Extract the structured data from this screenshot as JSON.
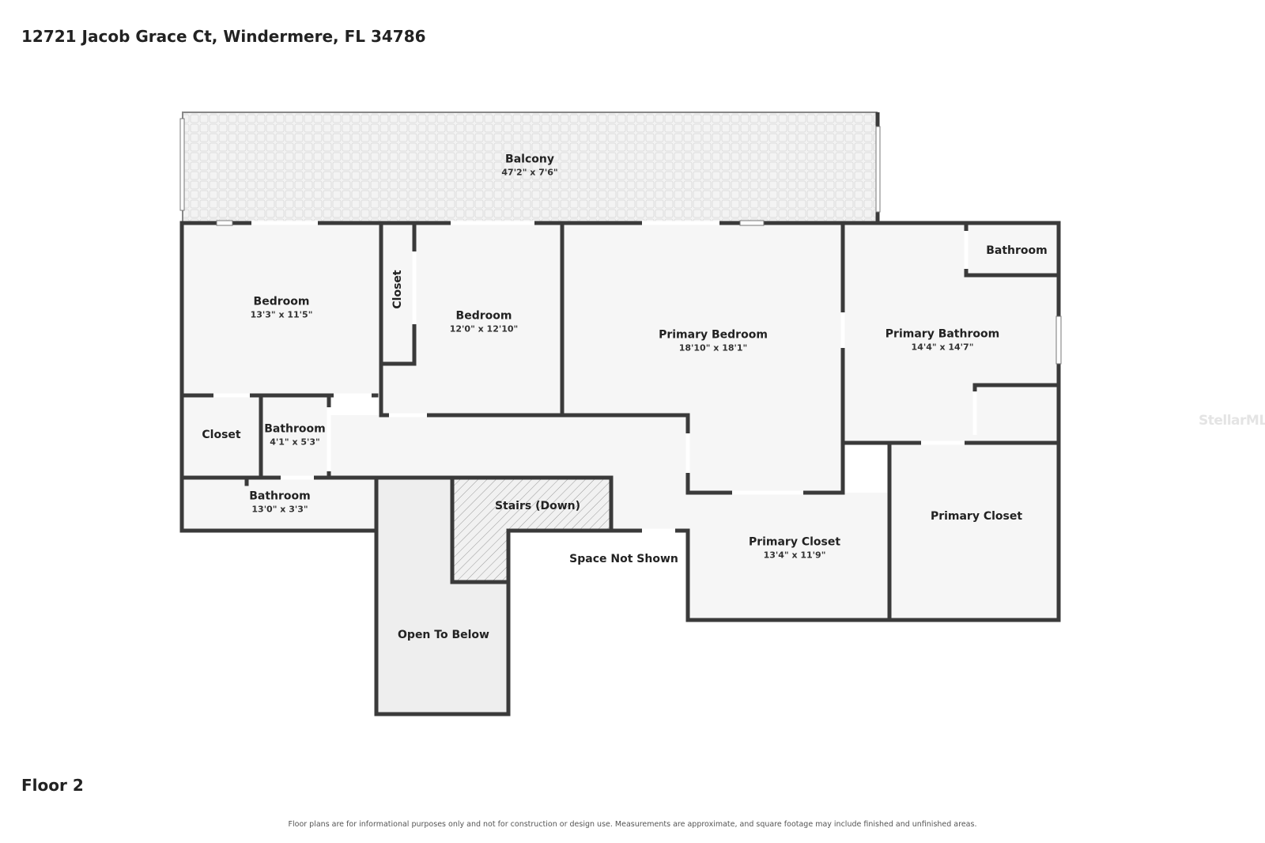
{
  "header": {
    "address": "12721 Jacob Grace Ct, Windermere, FL 34786"
  },
  "footer": {
    "floor": "Floor 2",
    "disclaimer": "Floor plans are for informational purposes only and not for construction or design use. Measurements are approximate, and square footage may include finished and unfinished areas."
  },
  "watermark": "StellarMLS",
  "rooms": {
    "balcony": {
      "name": "Balcony",
      "dims": "47'2\" x 7'6\""
    },
    "bedroom1": {
      "name": "Bedroom",
      "dims": "13'3\" x 11'5\""
    },
    "closet_vertical": {
      "name": "Closet"
    },
    "bedroom2": {
      "name": "Bedroom",
      "dims": "12'0\" x 12'10\""
    },
    "primary_bedroom": {
      "name": "Primary Bedroom",
      "dims": "18'10\" x 18'1\""
    },
    "bathroom_small": {
      "name": "Bathroom"
    },
    "primary_bathroom": {
      "name": "Primary Bathroom",
      "dims": "14'4\" x 14'7\""
    },
    "closet": {
      "name": "Closet"
    },
    "bathroom2": {
      "name": "Bathroom",
      "dims": "4'1\" x 5'3\""
    },
    "bathroom3": {
      "name": "Bathroom",
      "dims": "13'0\" x 3'3\""
    },
    "stairs": {
      "name": "Stairs (Down)"
    },
    "space_not_shown": {
      "name": "Space Not Shown"
    },
    "primary_closet1": {
      "name": "Primary Closet",
      "dims": "13'4\" x 11'9\""
    },
    "primary_closet2": {
      "name": "Primary Closet"
    },
    "open_to_below": {
      "name": "Open To Below"
    }
  }
}
